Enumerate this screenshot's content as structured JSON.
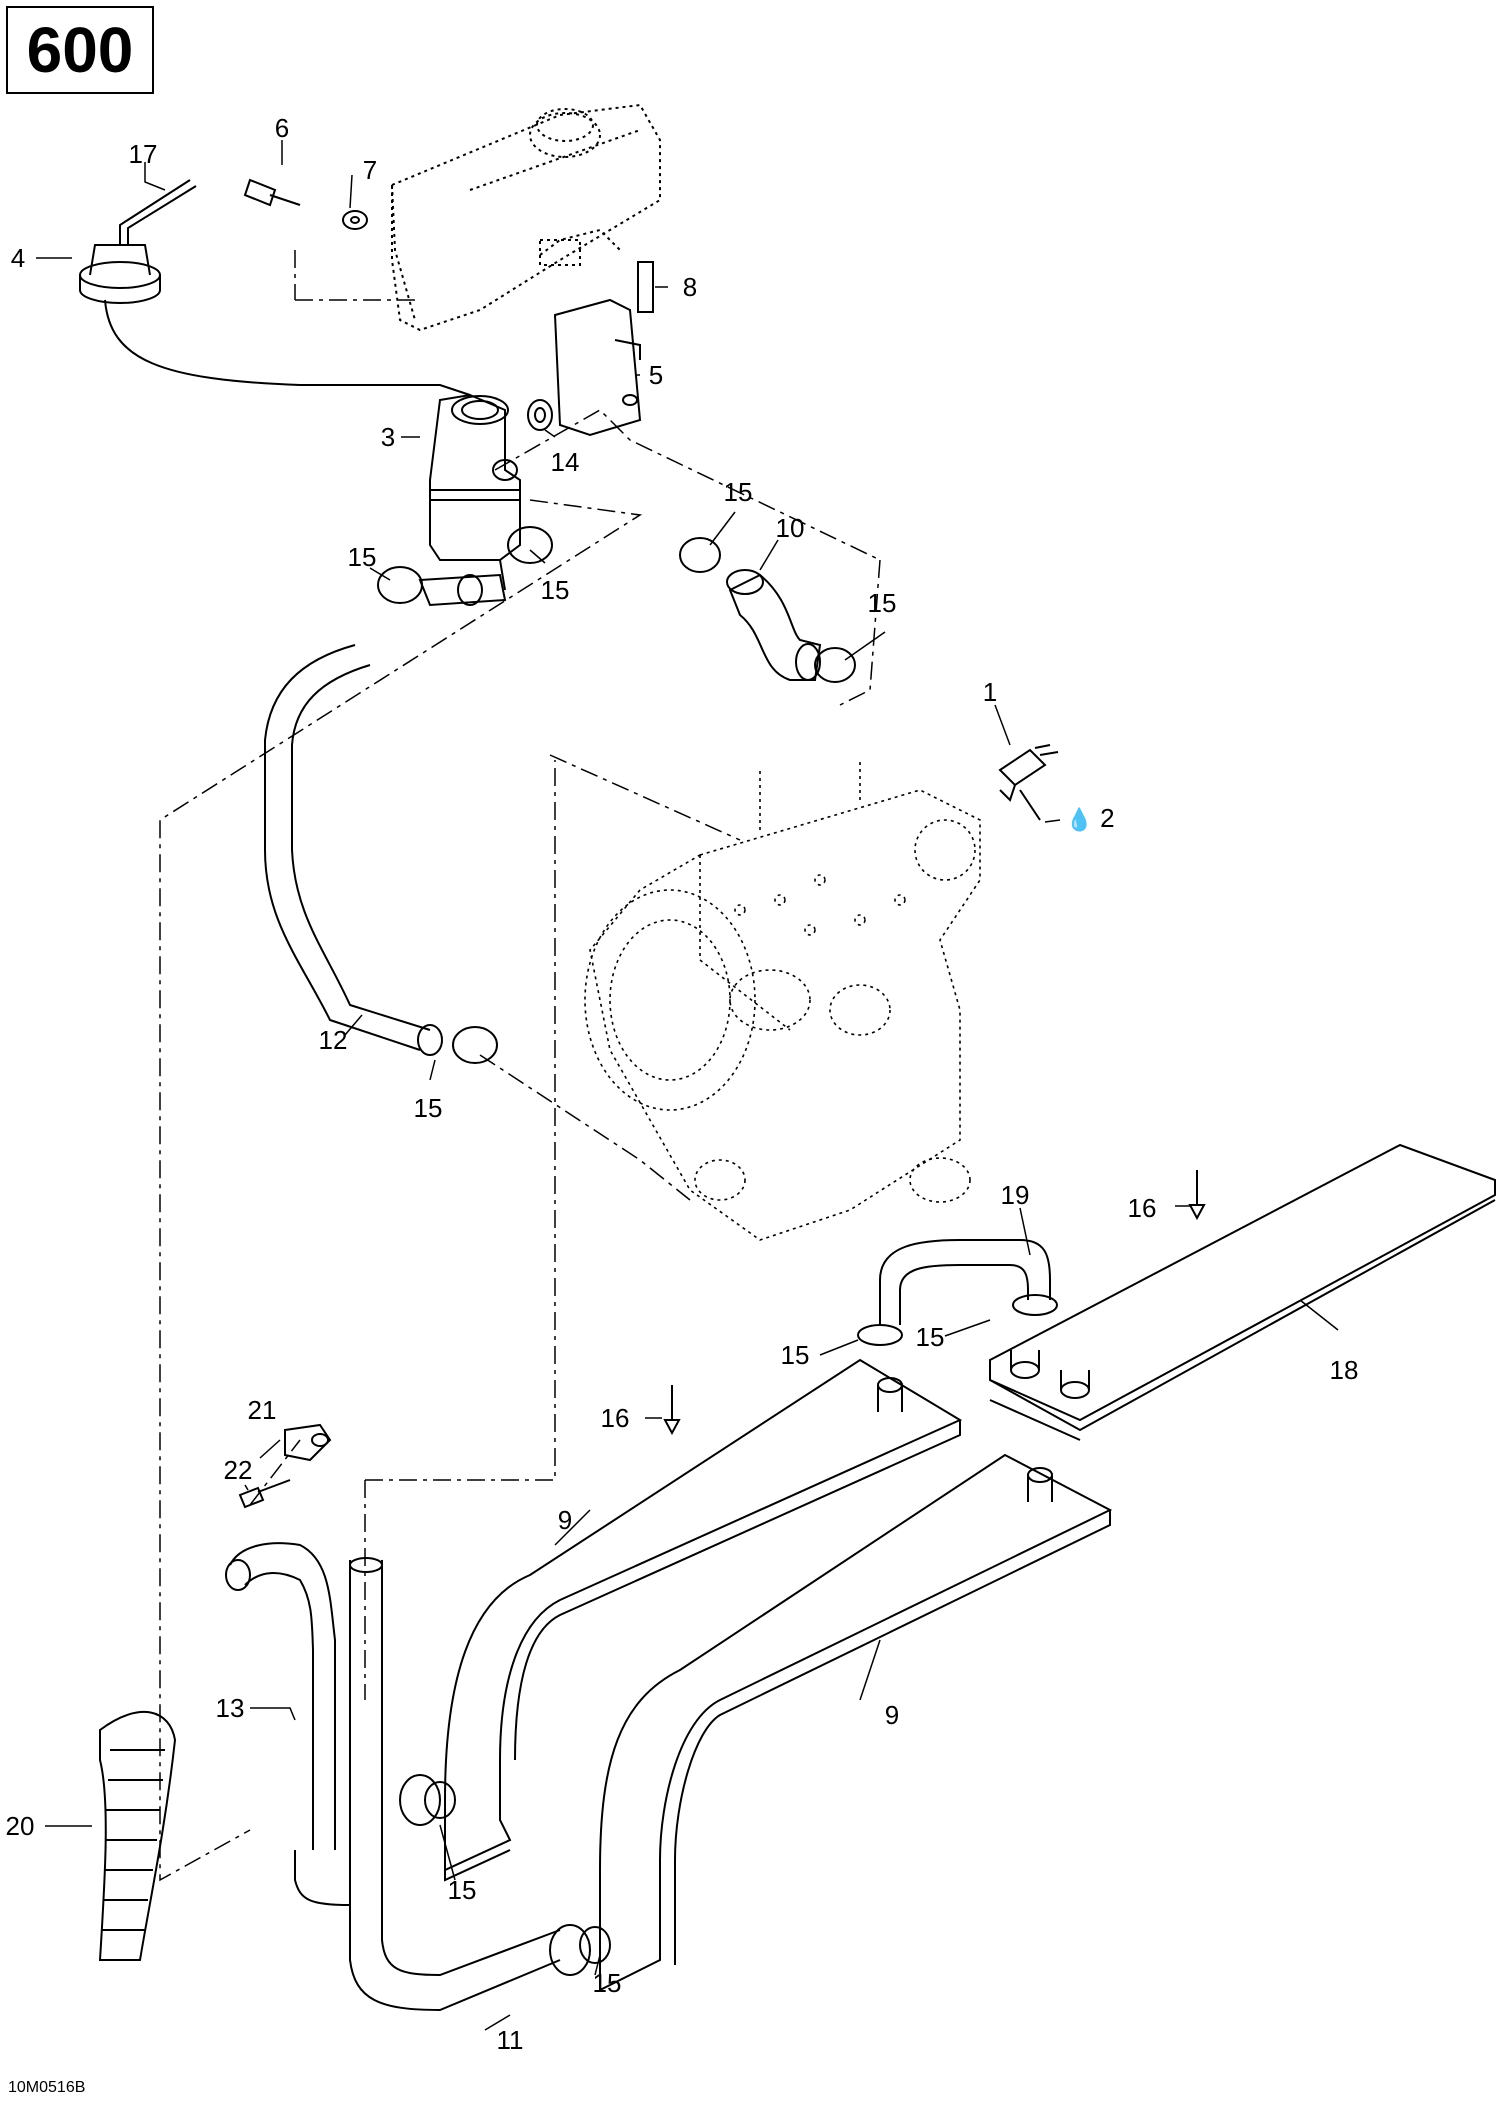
{
  "section_label": "600",
  "reference_code": "10M0516B",
  "callouts": {
    "c1": "1",
    "c2": "2",
    "c3": "3",
    "c4": "4",
    "c5": "5",
    "c6": "6",
    "c7": "7",
    "c8": "8",
    "c9a": "9",
    "c9b": "9",
    "c10": "10",
    "c11": "11",
    "c12": "12",
    "c13": "13",
    "c14": "14",
    "c15a": "15",
    "c15b": "15",
    "c15c": "15",
    "c15d": "15",
    "c15e": "15",
    "c15f": "15",
    "c15g": "15",
    "c15h": "15",
    "c15i": "15",
    "c16a": "16",
    "c16b": "16",
    "c17": "17",
    "c18": "18",
    "c19": "19",
    "c20": "20",
    "c21": "21",
    "c22": "22"
  }
}
